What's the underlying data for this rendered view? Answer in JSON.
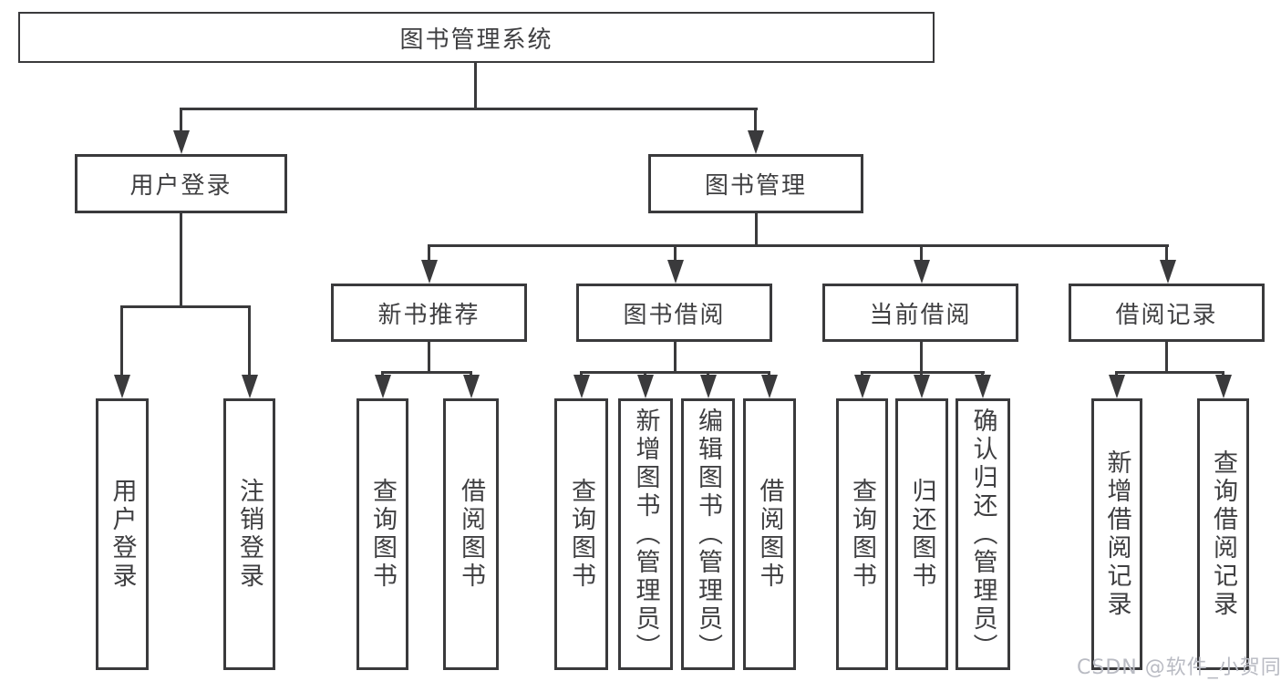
{
  "diagram": {
    "root": "图书管理系统",
    "user_login": "用户登录",
    "book_mgmt": "图书管理",
    "modules": [
      "新书推荐",
      "图书借阅",
      "当前借阅",
      "借阅记录"
    ],
    "user_login_children": [
      "用户登录",
      "注销登录"
    ],
    "new_book_children": [
      "查询图书",
      "借阅图书"
    ],
    "book_borrow_children": [
      "查询图书",
      "新增图书（管理员）",
      "编辑图书（管理员）",
      "借阅图书"
    ],
    "current_borrow_children": [
      "查询图书",
      "归还图书",
      "确认归还（管理员）"
    ],
    "borrow_record_children": [
      "新增借阅记录",
      "查询借阅记录"
    ],
    "colors": {
      "line": "#3a3a3c",
      "text": "#3f3f41",
      "background": "#ffffff",
      "watermark": "#b9bbc3"
    }
  },
  "watermark": "CSDN @软件_小贺同学"
}
